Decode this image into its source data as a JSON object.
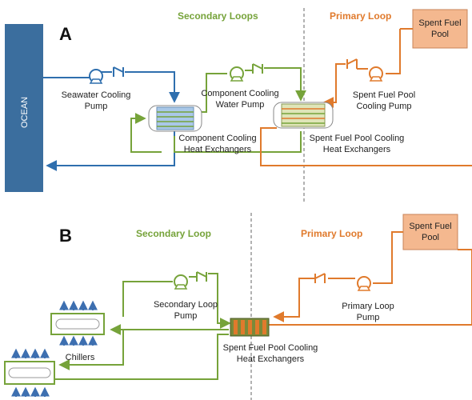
{
  "panel_a": {
    "letter": "A",
    "header_secondary": "Secondary Loops",
    "header_primary": "Primary Loop",
    "ocean": "OCEAN",
    "spent_fuel_pool": [
      "Spent Fuel",
      "Pool"
    ],
    "seawater_pump": [
      "Seawater Cooling",
      "Pump"
    ],
    "cc_pump": [
      "Component Cooling",
      "Water Pump"
    ],
    "sfp_pump": [
      "Spent Fuel Pool",
      "Cooling Pump"
    ],
    "cc_hx": [
      "Component Cooling",
      "Heat Exchangers"
    ],
    "sfp_hx": [
      "Spent Fuel Pool Cooling",
      "Heat Exchangers"
    ]
  },
  "panel_b": {
    "letter": "B",
    "header_secondary": "Secondary Loop",
    "header_primary": "Primary Loop",
    "spent_fuel_pool": [
      "Spent Fuel",
      "Pool"
    ],
    "secondary_pump": [
      "Secondary Loop",
      "Pump"
    ],
    "primary_pump": [
      "Primary Loop",
      "Pump"
    ],
    "chillers": "Chillers",
    "sfp_hx": [
      "Spent Fuel Pool Cooling",
      "Heat Exchangers"
    ]
  },
  "colors": {
    "green": "#76a33a",
    "orange": "#e07a2c",
    "blue": "#2f6fae",
    "ocean": "#3b6e9e",
    "pool_fill": "#f4b88f"
  }
}
